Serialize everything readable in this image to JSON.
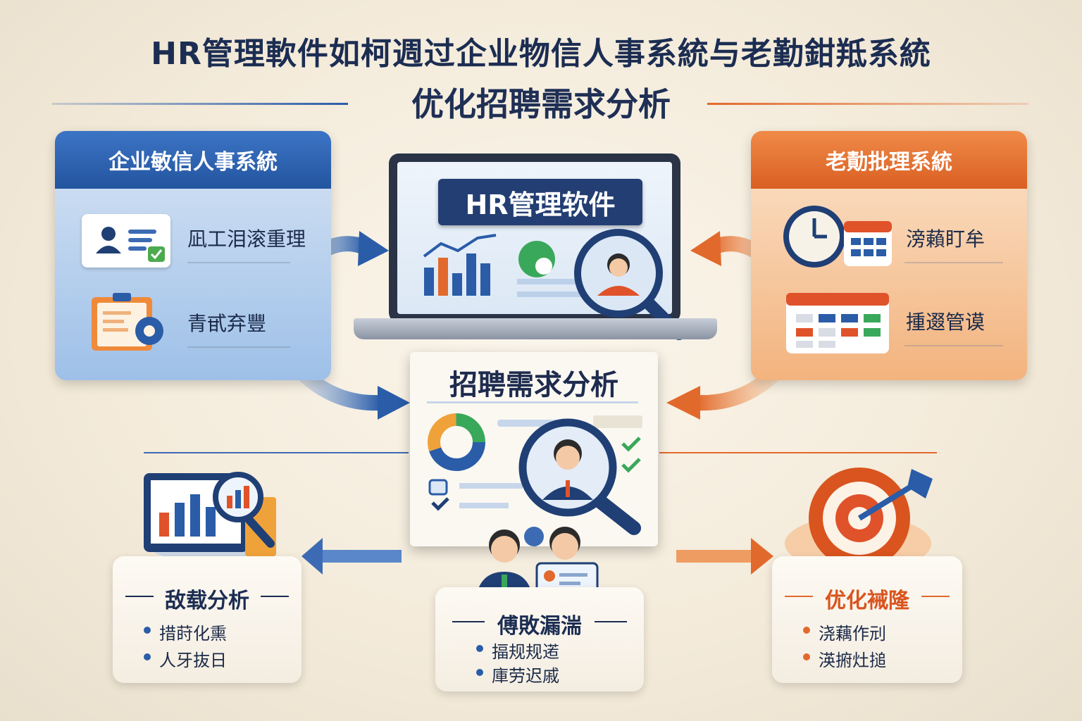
{
  "title": "HR管理軟件如柯週过企业物信人事系統与老勤鉗羝系統",
  "subtitle": "优化招聘需求分析",
  "colors": {
    "blue": "#2a5ca8",
    "orange": "#e2692c",
    "navy": "#1c2d52"
  },
  "left_panel": {
    "title": "企业敏信人事系統",
    "items": [
      {
        "label": "凪工泪滚重理",
        "icon": "employee-card-icon"
      },
      {
        "label": "青甙弃豐",
        "icon": "clipboard-gear-icon"
      }
    ]
  },
  "right_panel": {
    "title": "老勣批理系統",
    "items": [
      {
        "label": "滂藾盯牟",
        "icon": "clock-calendar-icon"
      },
      {
        "label": "揰逫管谟",
        "icon": "schedule-board-icon"
      }
    ]
  },
  "laptop": {
    "badge": "HR管理软件"
  },
  "center": {
    "title": "招聘需求分析"
  },
  "bottom_cards": [
    {
      "title": "敌载分析",
      "bullets": [
        "措莳化熏",
        "人牙抜日"
      ],
      "accent": "blue"
    },
    {
      "title": "傅敗漏湍",
      "bullets": [
        "揊规规逽",
        "庫劳迟戚"
      ],
      "accent": "blue"
    },
    {
      "title": "优化裓隆",
      "bullets": [
        "浇藕作刓",
        "渶捬灶搥"
      ],
      "accent": "orange"
    }
  ]
}
